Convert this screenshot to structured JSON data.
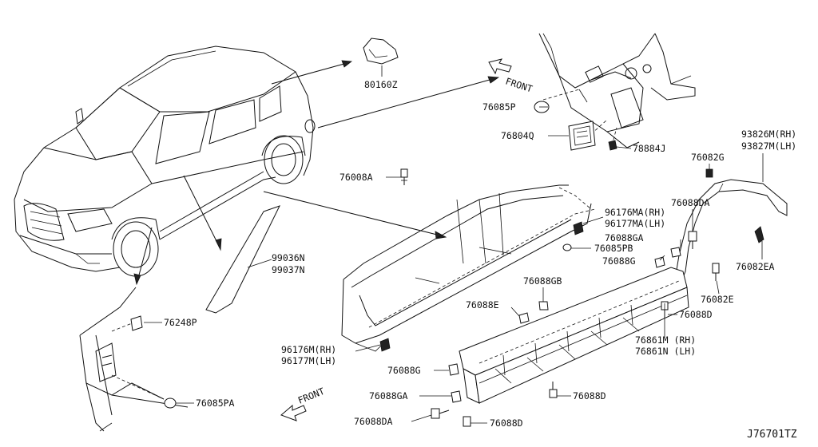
{
  "diagram_id": "J76701TZ",
  "front_marks": [
    "FRONT",
    "FRONT"
  ],
  "parts": {
    "p80160Z": "80160Z",
    "p76085P": "76085P",
    "p76804Q": "76804Q",
    "p78884J": "78884J",
    "p76008A": "76008A",
    "p93826M": "93826M(RH)",
    "p93827M": "93827M(LH)",
    "p76082G": "76082G",
    "p76088DA_top": "76088DA",
    "p96176MA": "96176MA(RH)",
    "p96177MA": "96177MA(LH)",
    "p76088GA_top": "76088GA",
    "p76085PB": "76085PB",
    "p76088G_top": "76088G",
    "p76082EA": "76082EA",
    "p99036N": "99036N",
    "p99037N": "99037N",
    "p76088GB": "76088GB",
    "p76088E": "76088E",
    "p76082E": "76082E",
    "p76088D_r": "76088D",
    "p76248P": "76248P",
    "p76861M": "76861M (RH)",
    "p76861N": "76861N (LH)",
    "p96176M": "96176M(RH)",
    "p96177M": "96177M(LH)",
    "p76088G_bot": "76088G",
    "p76085PA": "76085PA",
    "p76088GA_bot": "76088GA",
    "p76088D_mid": "76088D",
    "p76088DA_bot": "76088DA",
    "p76088D_bot": "76088D"
  }
}
